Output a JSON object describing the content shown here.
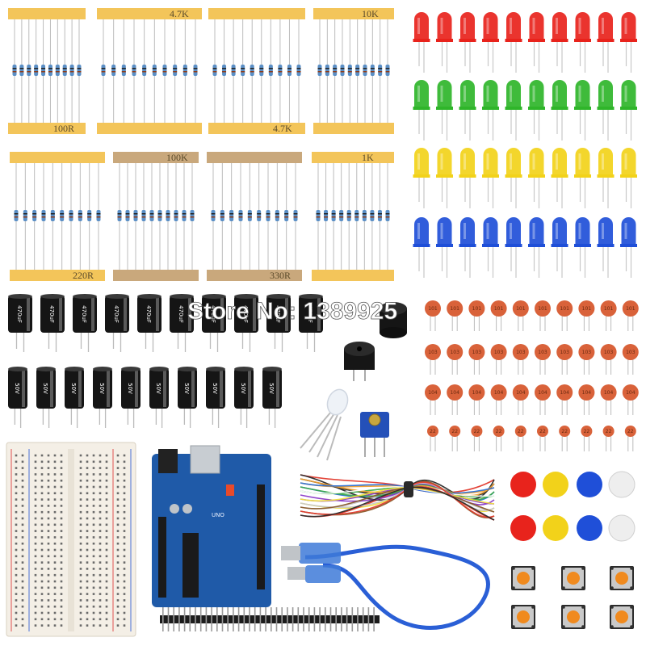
{
  "resistor_packs": {
    "row1": [
      {
        "label": "100R",
        "tape": "#f3c55a"
      },
      {
        "label": "4.7K",
        "tape": "#f3c55a"
      },
      {
        "label": "4.7K",
        "tape": "#f3c55a"
      },
      {
        "label": "10K",
        "tape": "#f3c55a"
      }
    ],
    "row2": [
      {
        "label": "220R",
        "tape": "#f3c55a"
      },
      {
        "label": "100K",
        "tape": "#c9a87c"
      },
      {
        "label": "330R",
        "tape": "#c9a87c"
      },
      {
        "label": "1K",
        "tape": "#f3c55a"
      }
    ]
  },
  "leds": {
    "colors": [
      "#e8231c",
      "#2fb52a",
      "#f2d21a",
      "#1f4fd8"
    ],
    "per_row": 10
  },
  "electrolytic_caps": {
    "row1_label": "470uF",
    "row2_label": "50V",
    "count_per_row": 10
  },
  "watermark": {
    "text": "Store No: 1389925"
  },
  "ceramic_caps": {
    "rows": [
      "101",
      "103",
      "104",
      "22"
    ],
    "per_row": 10,
    "color": "#d9623a"
  },
  "button_caps": {
    "colors": [
      "#e8231c",
      "#f2d21a",
      "#1f4fd8",
      "#eeeeee"
    ]
  },
  "board": {
    "name": "UNO"
  }
}
